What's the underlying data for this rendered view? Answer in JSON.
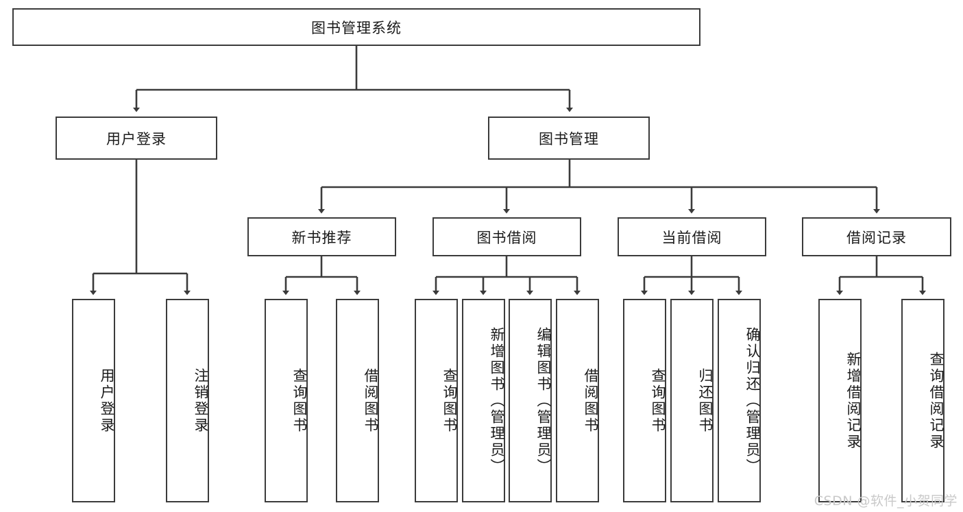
{
  "diagram": {
    "title": "图书管理系统",
    "type": "tree-hierarchy",
    "root": {
      "label": "图书管理系统"
    },
    "level2": [
      {
        "label": "用户登录"
      },
      {
        "label": "图书管理"
      }
    ],
    "level3": [
      {
        "label": "新书推荐"
      },
      {
        "label": "图书借阅"
      },
      {
        "label": "当前借阅"
      },
      {
        "label": "借阅记录"
      }
    ],
    "leaves": {
      "user_login": [
        {
          "label": "用户登录"
        },
        {
          "label": "注销登录"
        }
      ],
      "new_book_recommend": [
        {
          "label": "查询图书"
        },
        {
          "label": "借阅图书"
        }
      ],
      "book_borrow": [
        {
          "label": "查询图书"
        },
        {
          "label": "新增图书（管理员）"
        },
        {
          "label": "编辑图书（管理员）"
        },
        {
          "label": "借阅图书"
        }
      ],
      "current_borrow": [
        {
          "label": "查询图书"
        },
        {
          "label": "归还图书"
        },
        {
          "label": "确认归还（管理员）"
        }
      ],
      "borrow_record": [
        {
          "label": "新增借阅记录"
        },
        {
          "label": "查询借阅记录"
        }
      ]
    }
  },
  "watermark": {
    "text": "CSDN @软件_小贺同学"
  },
  "colors": {
    "border": "#3b3b3b",
    "background": "#ffffff",
    "text": "#1a1a1a",
    "watermark": "#c9c9c9"
  }
}
